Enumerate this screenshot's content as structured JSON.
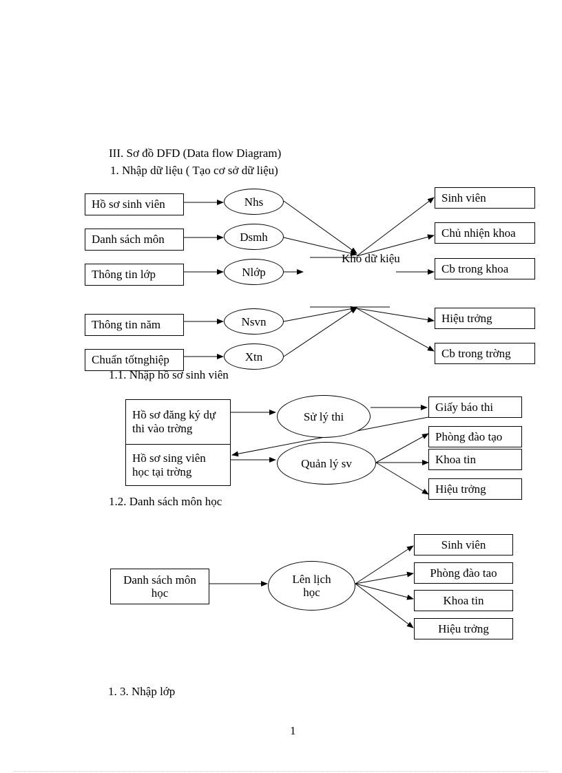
{
  "headings": {
    "section": "III. Sơ đồ DFD (Data flow Diagram)",
    "item1": "1.  Nhập dữ liệu ( Tạo cơ sở dữ liệu)",
    "item1_1": "1.1. Nhập hồ sơ sinh viên",
    "item1_2": "1.2. Danh sách môn học",
    "item1_3": "1. 3. Nhập lớp"
  },
  "diagram1": {
    "sources": [
      "Hồ sơ sinh viên",
      "Danh sách môn",
      "Thông tin lớp",
      "Thông tin năm",
      "Chuẩn tốtnghiệp"
    ],
    "processes": [
      "Nhs",
      "Dsmh",
      "Nlớp",
      "Nsvn",
      "Xtn"
    ],
    "store": "Kho dữ kiệu",
    "targets": [
      "Sinh viên",
      "Chủ nhiện khoa",
      "Cb trong khoa",
      "Hiệu trởng",
      "Cb trong trờng"
    ]
  },
  "diagram2": {
    "sources": [
      "Hồ sơ đăng ký dự\n thi vào trờng",
      "Hồ sơ sing viên\nhọc tại trờng"
    ],
    "processes": [
      "Sử lý thi",
      "Quản lý sv"
    ],
    "targets": [
      "Giấy báo thi",
      "Phòng đào tạo",
      "Khoa tin",
      "Hiệu  trởng"
    ]
  },
  "diagram3": {
    "source": "Danh sách môn\nhọc",
    "process": "Lên lịch\nhọc",
    "targets": [
      "Sinh viên",
      "Phòng đào tao",
      "Khoa tin",
      "Hiệu trởng"
    ]
  },
  "page_number": "1"
}
